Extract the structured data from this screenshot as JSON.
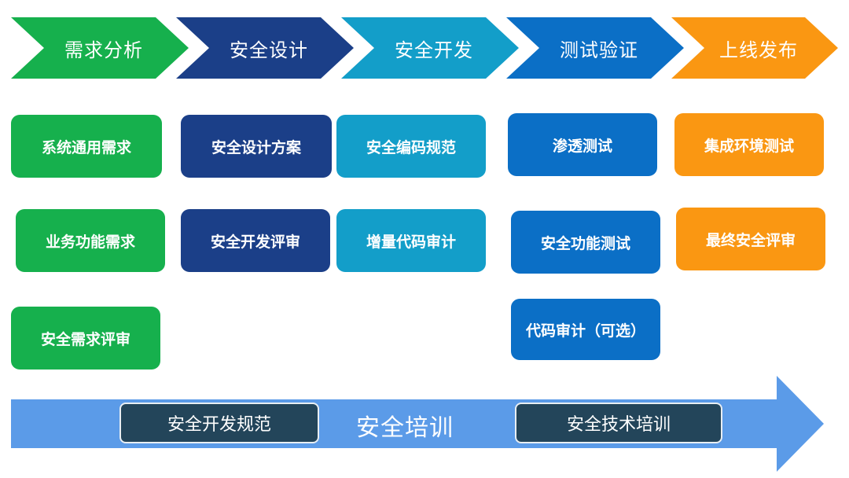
{
  "colors": {
    "green": "#16b04d",
    "navy": "#1b3f88",
    "teal": "#139ec9",
    "blue": "#0b6fc6",
    "orange": "#fa9712",
    "training_arrow": "#5b9be8",
    "training_pill": "#23455a"
  },
  "phases": [
    {
      "title": "需求分析",
      "items": [
        "系统通用需求",
        "业务功能需求",
        "安全需求评审"
      ]
    },
    {
      "title": "安全设计",
      "items": [
        "安全设计方案",
        "安全开发评审"
      ]
    },
    {
      "title": "安全开发",
      "items": [
        "安全编码规范",
        "增量代码审计"
      ]
    },
    {
      "title": "测试验证",
      "items": [
        "渗透测试",
        "安全功能测试",
        "代码审计（可选）"
      ]
    },
    {
      "title": "上线发布",
      "items": [
        "集成环境测试",
        "最终安全评审"
      ]
    }
  ],
  "training": {
    "label": "安全培训",
    "items": [
      "安全开发规范",
      "安全技术培训"
    ]
  }
}
